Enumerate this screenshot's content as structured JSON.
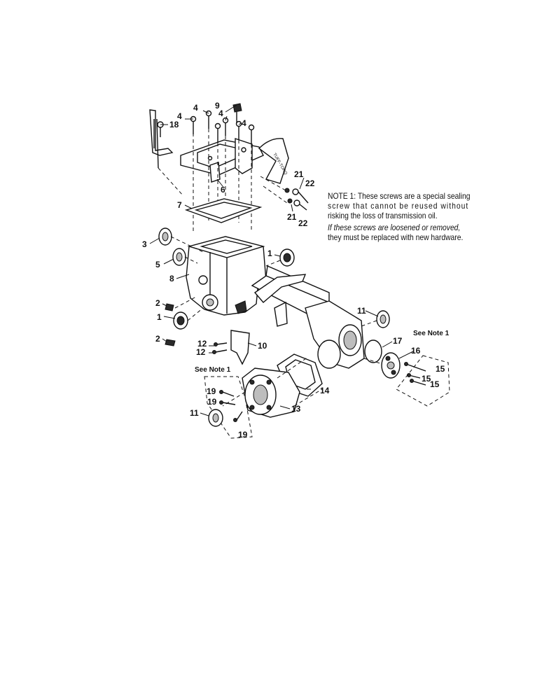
{
  "note": {
    "line1": "NOTE 1: These screws are a special sealing",
    "line2": "screw that cannot be reused without",
    "line3": "risking the loss of transmission oil.",
    "line4": "If these screws are loosened or removed,",
    "line5": "they must be replaced with new hardware."
  },
  "see_note": {
    "right": "See Note 1",
    "left": "See Note 1"
  },
  "decal_text": "TUFF-TORQ",
  "callouts": {
    "c1_top": "1",
    "c1_bottom": "1",
    "c2_top": "2",
    "c2_bottom": "2",
    "c3": "3",
    "c4_a": "4",
    "c4_b": "4",
    "c4_c": "4",
    "c4_d": "4",
    "c5": "5",
    "c6": "6",
    "c7": "7",
    "c8": "8",
    "c9": "9",
    "c10": "10",
    "c11_right": "11",
    "c11_left": "11",
    "c12_a": "12",
    "c12_b": "12",
    "c13": "13",
    "c14": "14",
    "c15_a": "15",
    "c15_b": "15",
    "c15_c": "15",
    "c16": "16",
    "c17": "17",
    "c18": "18",
    "c19_a": "19",
    "c19_b": "19",
    "c19_c": "19",
    "c21_top": "21",
    "c21_bottom": "21",
    "c22_top": "22",
    "c22_bottom": "22"
  }
}
